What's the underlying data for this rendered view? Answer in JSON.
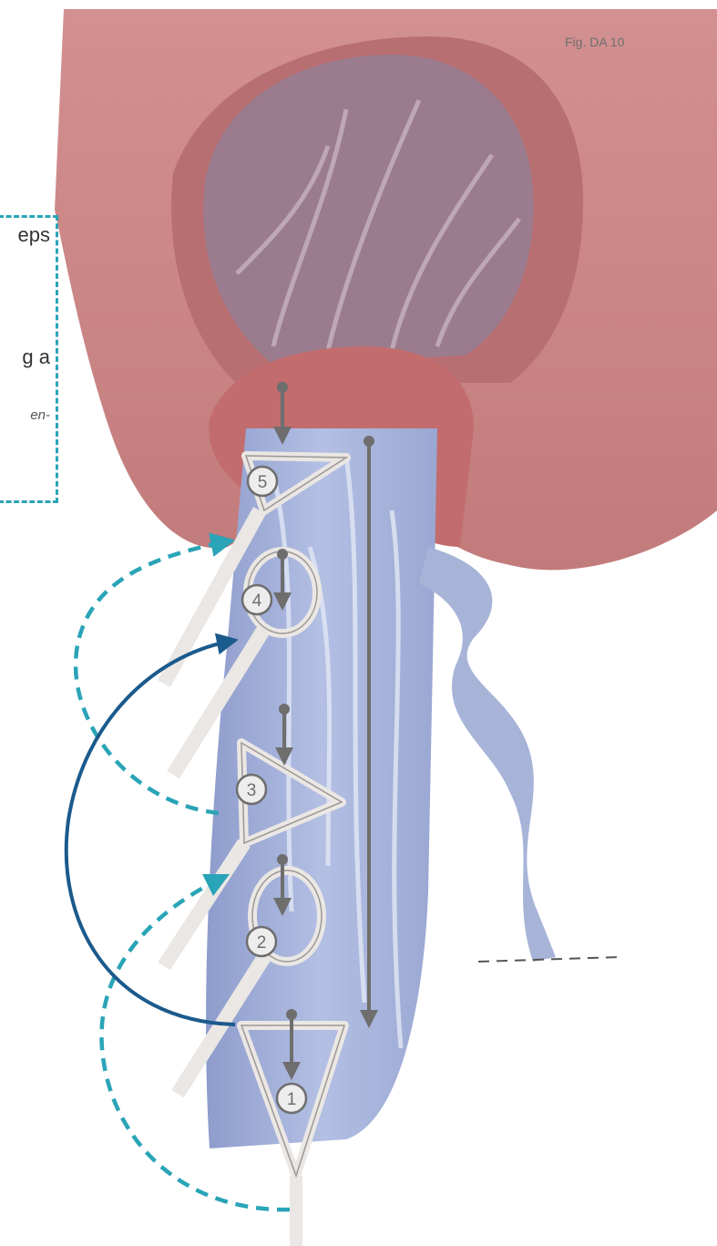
{
  "figure": {
    "label": "Fig. DA 10",
    "callout": {
      "line1": "eps",
      "line2": "g a",
      "line3": "en-"
    },
    "step_numbers": [
      "1",
      "2",
      "3",
      "4",
      "5"
    ],
    "colors": {
      "bladder": "#c98585",
      "bladder_dark": "#b26a6a",
      "inner_purple": "#9a7c8e",
      "rectum_blue": "#a7b4d8",
      "instrument": "#eae7e4",
      "arrow_gray": "#6e6e6e",
      "dashed_teal": "#2aa4b7",
      "solid_navy": "#1b5a8c"
    }
  }
}
